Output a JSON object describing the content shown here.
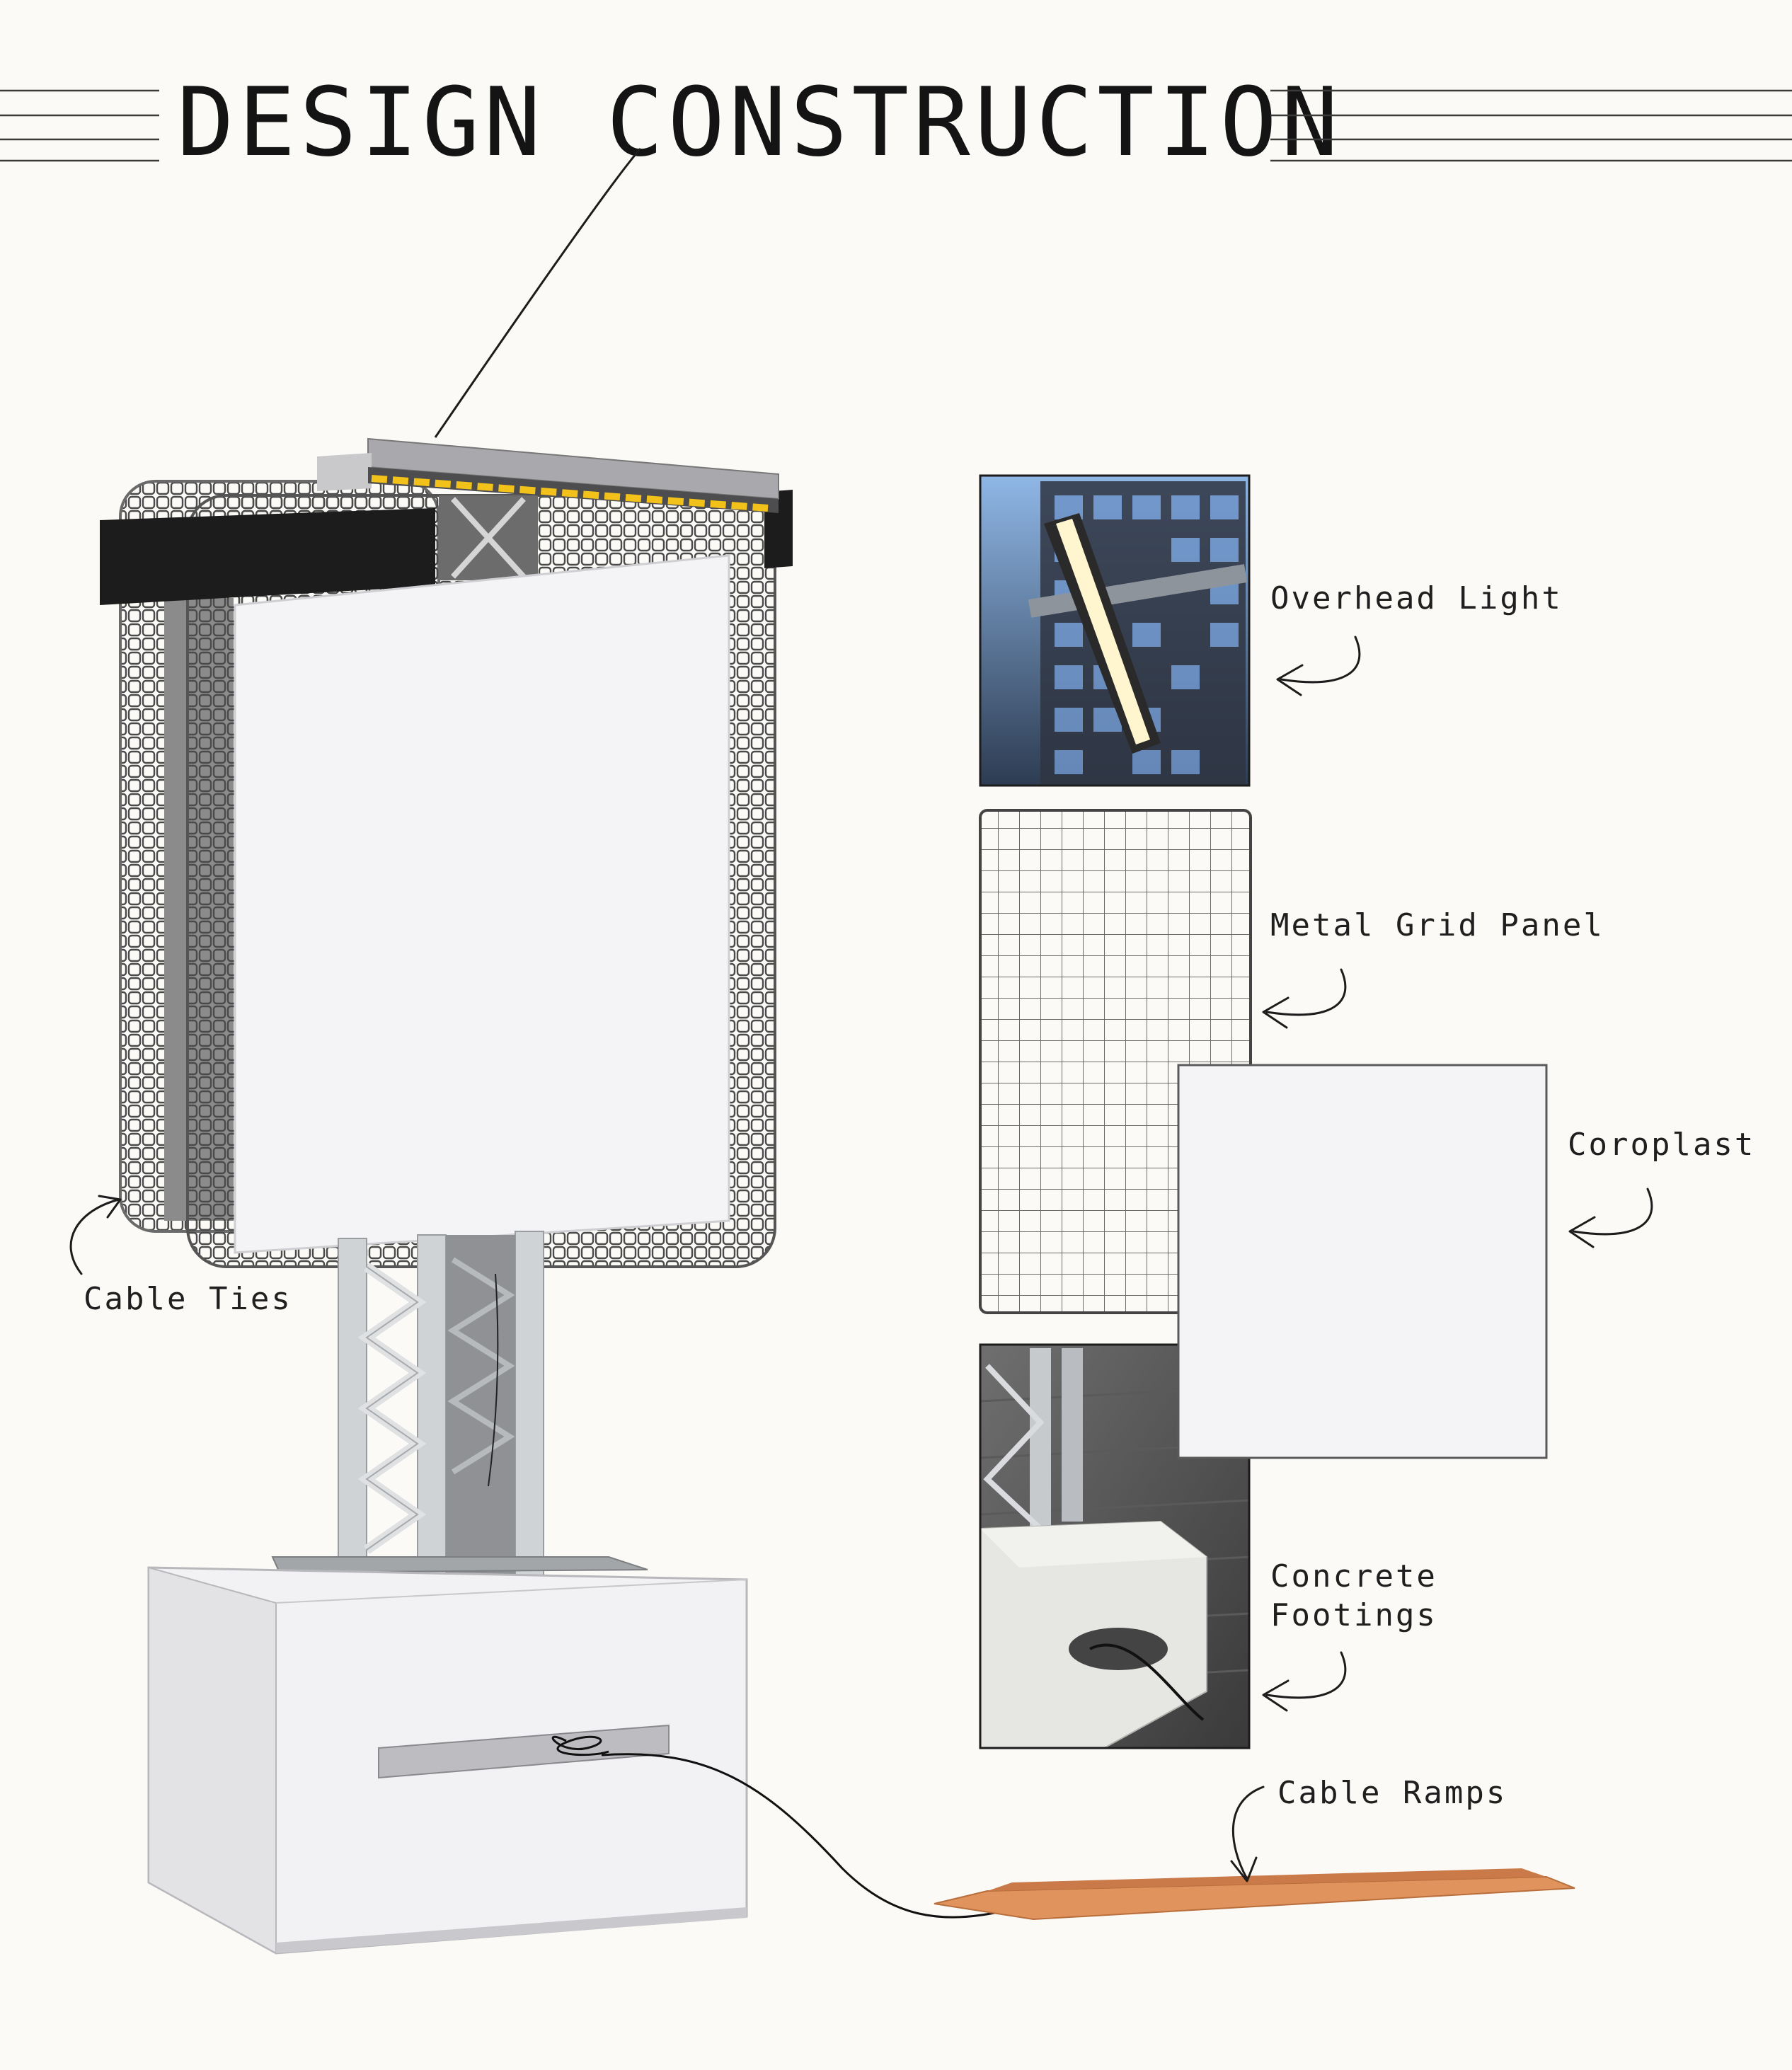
{
  "title": "DESIGN CONSTRUCTION",
  "callouts": [
    {
      "id": "overhead-light",
      "text": "Overhead Light"
    },
    {
      "id": "metal-grid-panel",
      "text": "Metal Grid Panel"
    },
    {
      "id": "coroplast",
      "text": "Coroplast"
    },
    {
      "id": "concrete-footings",
      "text": "Concrete\nFootings"
    },
    {
      "id": "cable-ties",
      "text": "Cable Ties"
    },
    {
      "id": "cable-ramps",
      "text": "Cable Ramps"
    }
  ],
  "colors": {
    "background": "#fbfaf6",
    "ink": "#1d1d1d",
    "led_yellow": "#f2c21b",
    "ramp_orange": "#e0935d",
    "panel_white": "#f3f3f5",
    "truss_grey": "#c4c7ca",
    "black_band": "#1c1c1c"
  }
}
